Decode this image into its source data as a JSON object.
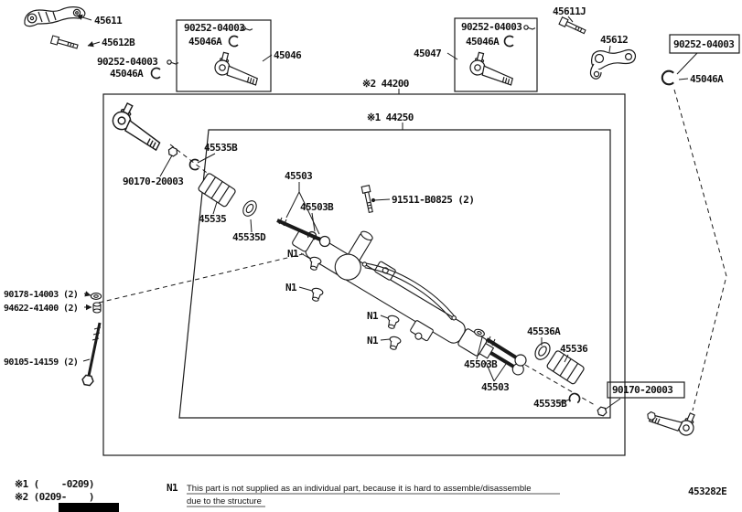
{
  "parts": {
    "p45611": "45611",
    "p45612B": "45612B",
    "p90252": "90252-04003",
    "p45046A": "45046A",
    "p45046": "45046",
    "p45047": "45047",
    "p45611J": "45611J",
    "p45612": "45612",
    "p44200": "※2 44200",
    "p44250": "※1 44250",
    "p45535B": "45535B",
    "p90170": "90170-20003",
    "p45503": "45503",
    "p45503B": "45503B",
    "p91511": "91511-B0825 (2)",
    "p45535": "45535",
    "p45535D": "45535D",
    "n1": "N1",
    "p90178": "90178-14003 (2)",
    "p94622": "94622-41400 (2)",
    "p90105": "90105-14159 (2)",
    "p45536A": "45536A",
    "p45536": "45536"
  },
  "footnotes": {
    "note1": "※1 (    -0209)",
    "note2": "※2 (0209-    )",
    "n1_label": "N1",
    "n1_line1": "This part is not supplied as an individual part,  because it is hard to assemble/disassemble",
    "n1_line2": "due to the structure"
  },
  "drawing_code": "453282E"
}
